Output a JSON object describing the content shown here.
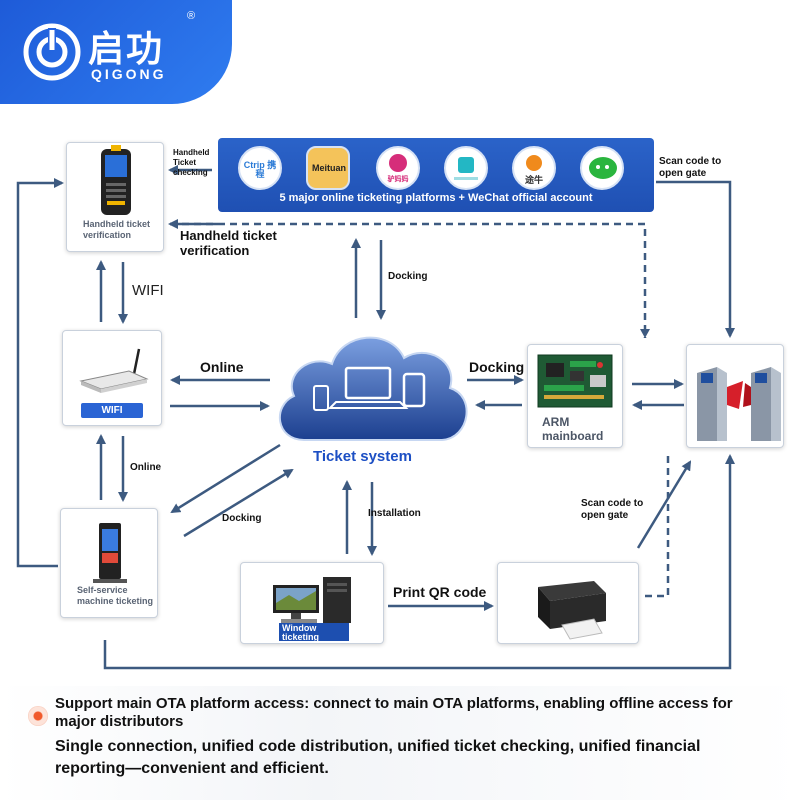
{
  "logo": {
    "name": "启功",
    "subtitle": "QIGONG",
    "registered": "®"
  },
  "platforms": {
    "caption": "5 major online ticketing platforms + WeChat official account",
    "icons": [
      "ctrip-icon",
      "meituan-icon",
      "mama-icon",
      "ticket-icon",
      "tuniu-icon",
      "wechat-icon"
    ],
    "ctrip_label": "Ctrip 携程",
    "meituan_label": "Meituan",
    "mama_label": "驴妈妈",
    "tuniu_label": "途牛"
  },
  "nodes": {
    "handheld": {
      "title": "Handheld ticket verification"
    },
    "wifi": {
      "title": "WIFI"
    },
    "self_service": {
      "title": "Self-service machine ticketing"
    },
    "ticket_system": {
      "title": "Ticket system"
    },
    "arm": {
      "title": "ARM mainboard"
    },
    "window": {
      "title": "Window ticketing"
    },
    "printer": {
      "title": ""
    },
    "gate": {
      "title": ""
    }
  },
  "edge_labels": {
    "handheld_checking": "Handheld Ticket checking",
    "handheld_verification": "Handheld ticket verification",
    "wifi": "WIFI",
    "online_h": "Online",
    "online_v": "Online",
    "docking_top": "Docking",
    "docking_arm": "Docking",
    "docking_self": "Docking",
    "installation": "Installation",
    "print_qr": "Print QR code",
    "scan_top": "Scan code to open gate",
    "scan_mid": "Scan code to open gate"
  },
  "footer": {
    "line1": "Support main OTA platform access: connect to main OTA platforms, enabling offline access for major distributors",
    "line2": "Single connection, unified code distribution, unified ticket checking, unified financial reporting—convenient and efficient."
  },
  "colors": {
    "brand": "#1e5bd8",
    "arrow": "#3d5a80",
    "cloud_top": "#7b9fe0",
    "cloud_bottom": "#1c3f8f",
    "gate_red": "#d61f2a"
  }
}
